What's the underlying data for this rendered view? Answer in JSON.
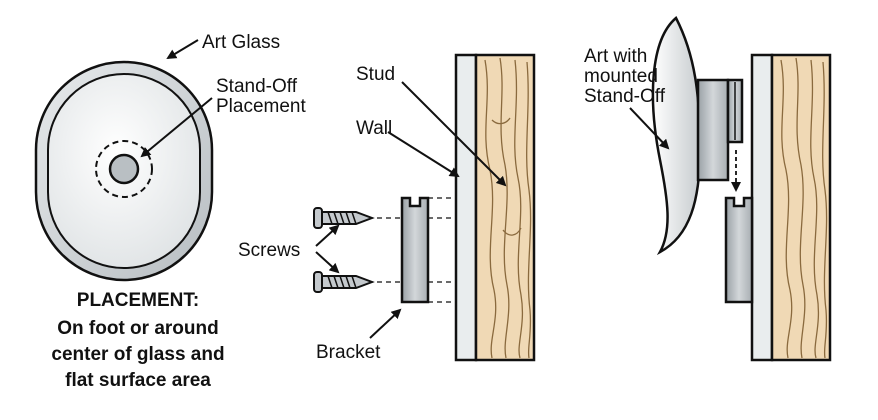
{
  "labels": {
    "art_glass": "Art Glass",
    "standoff_line1": "Stand-Off",
    "standoff_line2": "Placement",
    "stud": "Stud",
    "wall": "Wall",
    "screws": "Screws",
    "bracket": "Bracket",
    "art_line1": "Art with",
    "art_line2": "mounted",
    "art_line3": "Stand-Off"
  },
  "caption": {
    "line1": "PLACEMENT:",
    "line2": "On foot or around",
    "line3": "center of glass and",
    "line4": "flat surface area"
  },
  "colors": {
    "outline": "#111111",
    "glass_fill": "#cfd3d6",
    "glass_inner": "#f2f3f4",
    "wood": "#f0d9b5",
    "wood_grain": "#8a6a3e",
    "drywall": "#e9edee",
    "bracket": "#c9ced2",
    "screw": "#c4c9cd"
  }
}
